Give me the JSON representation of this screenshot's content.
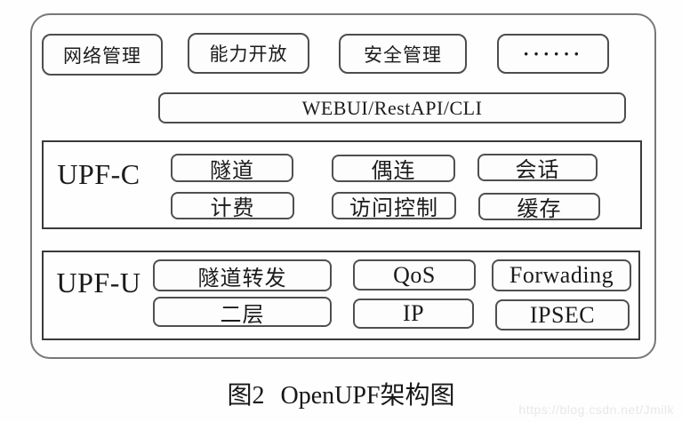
{
  "colors": {
    "background": "#ffffff",
    "line_dark": "#3a3a3a",
    "line_mid": "#4d4d4d",
    "frame": "#787878",
    "text": "#1b1b1b",
    "watermark": "#e8e8ea"
  },
  "top_row": {
    "boxes": [
      "网络管理",
      "能力开放",
      "安全管理",
      "······"
    ]
  },
  "api_bar": {
    "label": "WEBUI/RestAPI/CLI"
  },
  "upf_c": {
    "title": "UPF-C",
    "boxes": [
      "隧道",
      "偶连",
      "会话",
      "计费",
      "访问控制",
      "缓存"
    ]
  },
  "upf_u": {
    "title": "UPF-U",
    "boxes": [
      "隧道转发",
      "QoS",
      "Forwading",
      "二层",
      "IP",
      "IPSEC"
    ]
  },
  "caption": {
    "figure_no": "图2",
    "title": "OpenUPF架构图"
  },
  "watermark": {
    "text": "https://blog.csdn.net/Jmilk"
  }
}
